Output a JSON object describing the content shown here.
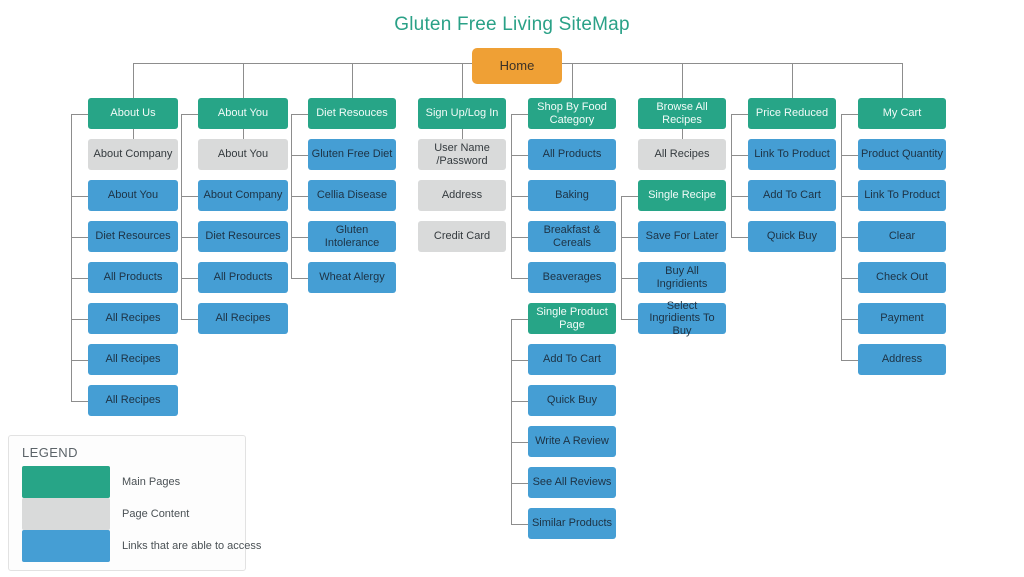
{
  "title": "Gluten Free Living SiteMap",
  "colors": {
    "main_pages": "#27a587",
    "page_content": "#d9dada",
    "links": "#459ed4",
    "home": "#efa035",
    "connector": "#8d8d8d",
    "title_text": "#2aa187",
    "background": "#ffffff"
  },
  "root": {
    "label": "Home"
  },
  "legend": {
    "heading": "LEGEND",
    "items": [
      {
        "swatch": "#27a587",
        "label": "Main Pages"
      },
      {
        "swatch": "#d9dada",
        "label": "Page Content"
      },
      {
        "swatch": "#459ed4",
        "label": "Links that are able to access"
      }
    ]
  },
  "columns": [
    {
      "id": "about-us",
      "nodes": [
        {
          "label": "About Us",
          "type": "main"
        },
        {
          "label": "About Company",
          "type": "content"
        },
        {
          "label": "About You",
          "type": "link"
        },
        {
          "label": "Diet Resources",
          "type": "link"
        },
        {
          "label": "All Products",
          "type": "link"
        },
        {
          "label": "All Recipes",
          "type": "link"
        },
        {
          "label": "All Recipes",
          "type": "link"
        },
        {
          "label": "All Recipes",
          "type": "link"
        }
      ]
    },
    {
      "id": "about-you",
      "nodes": [
        {
          "label": "About You",
          "type": "main"
        },
        {
          "label": "About You",
          "type": "content"
        },
        {
          "label": "About Company",
          "type": "link"
        },
        {
          "label": "Diet Resources",
          "type": "link"
        },
        {
          "label": "All Products",
          "type": "link"
        },
        {
          "label": "All Recipes",
          "type": "link"
        }
      ]
    },
    {
      "id": "diet-resouces",
      "nodes": [
        {
          "label": "Diet Resouces",
          "type": "main"
        },
        {
          "label": "Gluten Free Diet",
          "type": "link"
        },
        {
          "label": "Cellia Disease",
          "type": "link"
        },
        {
          "label": "Gluten Intolerance",
          "type": "link"
        },
        {
          "label": "Wheat Alergy",
          "type": "link"
        }
      ]
    },
    {
      "id": "sign-up-log-in",
      "nodes": [
        {
          "label": "Sign Up/Log In",
          "type": "main"
        },
        {
          "label": "User Name /Password",
          "type": "content"
        },
        {
          "label": "Address",
          "type": "content"
        },
        {
          "label": "Credit Card",
          "type": "content"
        }
      ]
    },
    {
      "id": "shop-by-food-category",
      "nodes": [
        {
          "label": "Shop By Food Category",
          "type": "main"
        },
        {
          "label": "All Products",
          "type": "link"
        },
        {
          "label": "Baking",
          "type": "link"
        },
        {
          "label": "Breakfast & Cereals",
          "type": "link"
        },
        {
          "label": "Beaverages",
          "type": "link"
        },
        {
          "label": "Single Product Page",
          "type": "main"
        },
        {
          "label": "Add To Cart",
          "type": "link"
        },
        {
          "label": "Quick Buy",
          "type": "link"
        },
        {
          "label": "Write A Review",
          "type": "link"
        },
        {
          "label": "See All Reviews",
          "type": "link"
        },
        {
          "label": "Similar Products",
          "type": "link"
        }
      ]
    },
    {
      "id": "browse-all-recipes",
      "nodes": [
        {
          "label": "Browse All Recipes",
          "type": "main"
        },
        {
          "label": "All Recipes",
          "type": "content"
        },
        {
          "label": "Single Recipe",
          "type": "main"
        },
        {
          "label": "Save For Later",
          "type": "link"
        },
        {
          "label": "Buy All Ingridients",
          "type": "link"
        },
        {
          "label": "Select Ingridients To Buy",
          "type": "link"
        }
      ]
    },
    {
      "id": "price-reduced",
      "nodes": [
        {
          "label": "Price Reduced",
          "type": "main"
        },
        {
          "label": "Link To Product",
          "type": "link"
        },
        {
          "label": "Add To Cart",
          "type": "link"
        },
        {
          "label": "Quick Buy",
          "type": "link"
        }
      ]
    },
    {
      "id": "my-cart",
      "nodes": [
        {
          "label": "My Cart",
          "type": "main"
        },
        {
          "label": "Product Quantity",
          "type": "link"
        },
        {
          "label": "Link To Product",
          "type": "link"
        },
        {
          "label": "Clear",
          "type": "link"
        },
        {
          "label": "Check Out",
          "type": "link"
        },
        {
          "label": "Payment",
          "type": "link"
        },
        {
          "label": "Address",
          "type": "link"
        }
      ]
    }
  ]
}
